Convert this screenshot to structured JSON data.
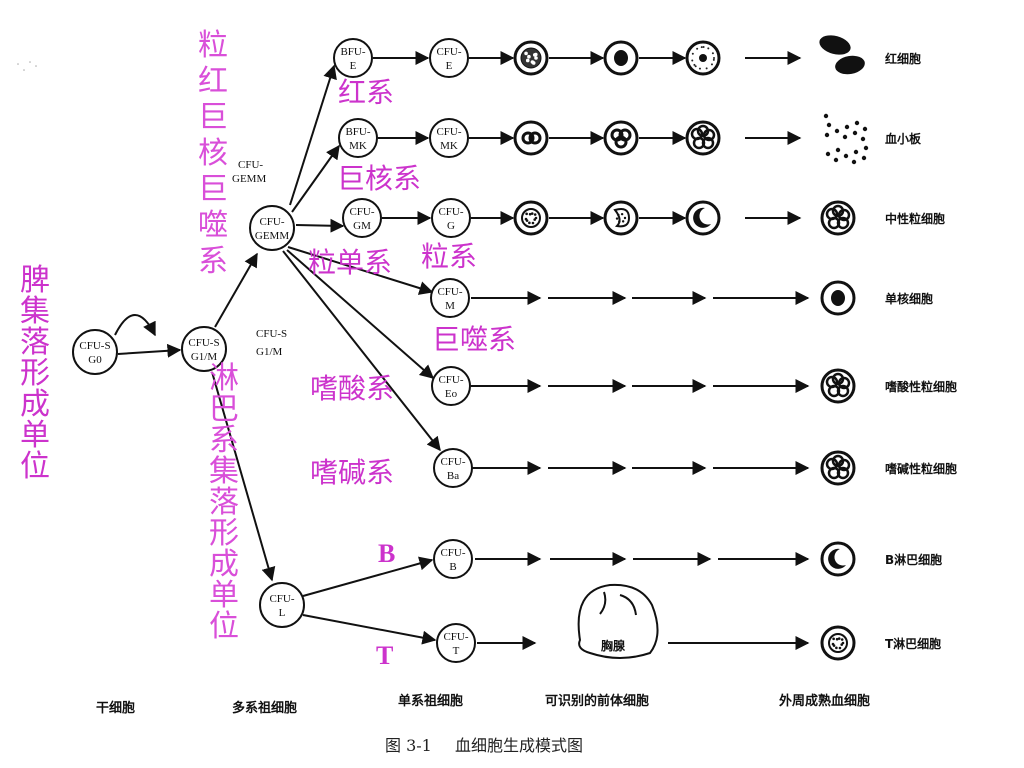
{
  "colors": {
    "ink": "#111111",
    "annotation": "#cc33cc",
    "annotation_light": "#d94fd9"
  },
  "stem": {
    "cfus0": [
      "CFU-S",
      "G0"
    ],
    "cfusg1": [
      "CFU-S",
      "G1/M"
    ],
    "cfugemm": [
      "CFU-",
      "GEMM"
    ],
    "cful": [
      "CFU-",
      "L"
    ]
  },
  "progenitors": {
    "bfue": [
      "BFU-",
      "E"
    ],
    "cfue": [
      "CFU-",
      "E"
    ],
    "bfumk": [
      "BFU-",
      "MK"
    ],
    "cfumk": [
      "CFU-",
      "MK"
    ],
    "cfugm": [
      "CFU-",
      "GM"
    ],
    "cfug": [
      "CFU-",
      "G"
    ],
    "cfum": [
      "CFU-",
      "M"
    ],
    "cfueo": [
      "CFU-",
      "Eo"
    ],
    "cfuba": [
      "CFU-",
      "Ba"
    ],
    "cfub": [
      "CFU-",
      "B"
    ],
    "cfut": [
      "CFU-",
      "T"
    ]
  },
  "results": {
    "rbc": "红细胞",
    "platelet": "血小板",
    "neutrophil": "中性粒细胞",
    "monocyte": "单核细胞",
    "eosinophil": "嗜酸性粒细胞",
    "basophil": "嗜碱性粒细胞",
    "blymph": "B淋巴细胞",
    "tlymph": "T淋巴细胞"
  },
  "thymus": "胸腺",
  "bottom_labels": {
    "stem": "干细胞",
    "multi": "多系祖细胞",
    "single": "单系祖细胞",
    "precursor": "可识别的前体细胞",
    "mature": "外周成熟血细胞"
  },
  "caption": {
    "number": "图 3-1",
    "title": "血细胞生成模式图"
  },
  "annotations": {
    "spleen_colony": "脾集落形成单位",
    "gemm_system": "粒红巨核巨噬系",
    "lymph_colony": "淋巴系集落形成单位",
    "erythroid": "红系",
    "megakaryocyte": "巨核系",
    "granulo_mono": "粒单系",
    "granulocyte": "粒系",
    "macrophage": "巨噬系",
    "eosinophilic": "嗜酸系",
    "basophilic": "嗜碱系",
    "b_line": "B",
    "t_line": "T"
  }
}
